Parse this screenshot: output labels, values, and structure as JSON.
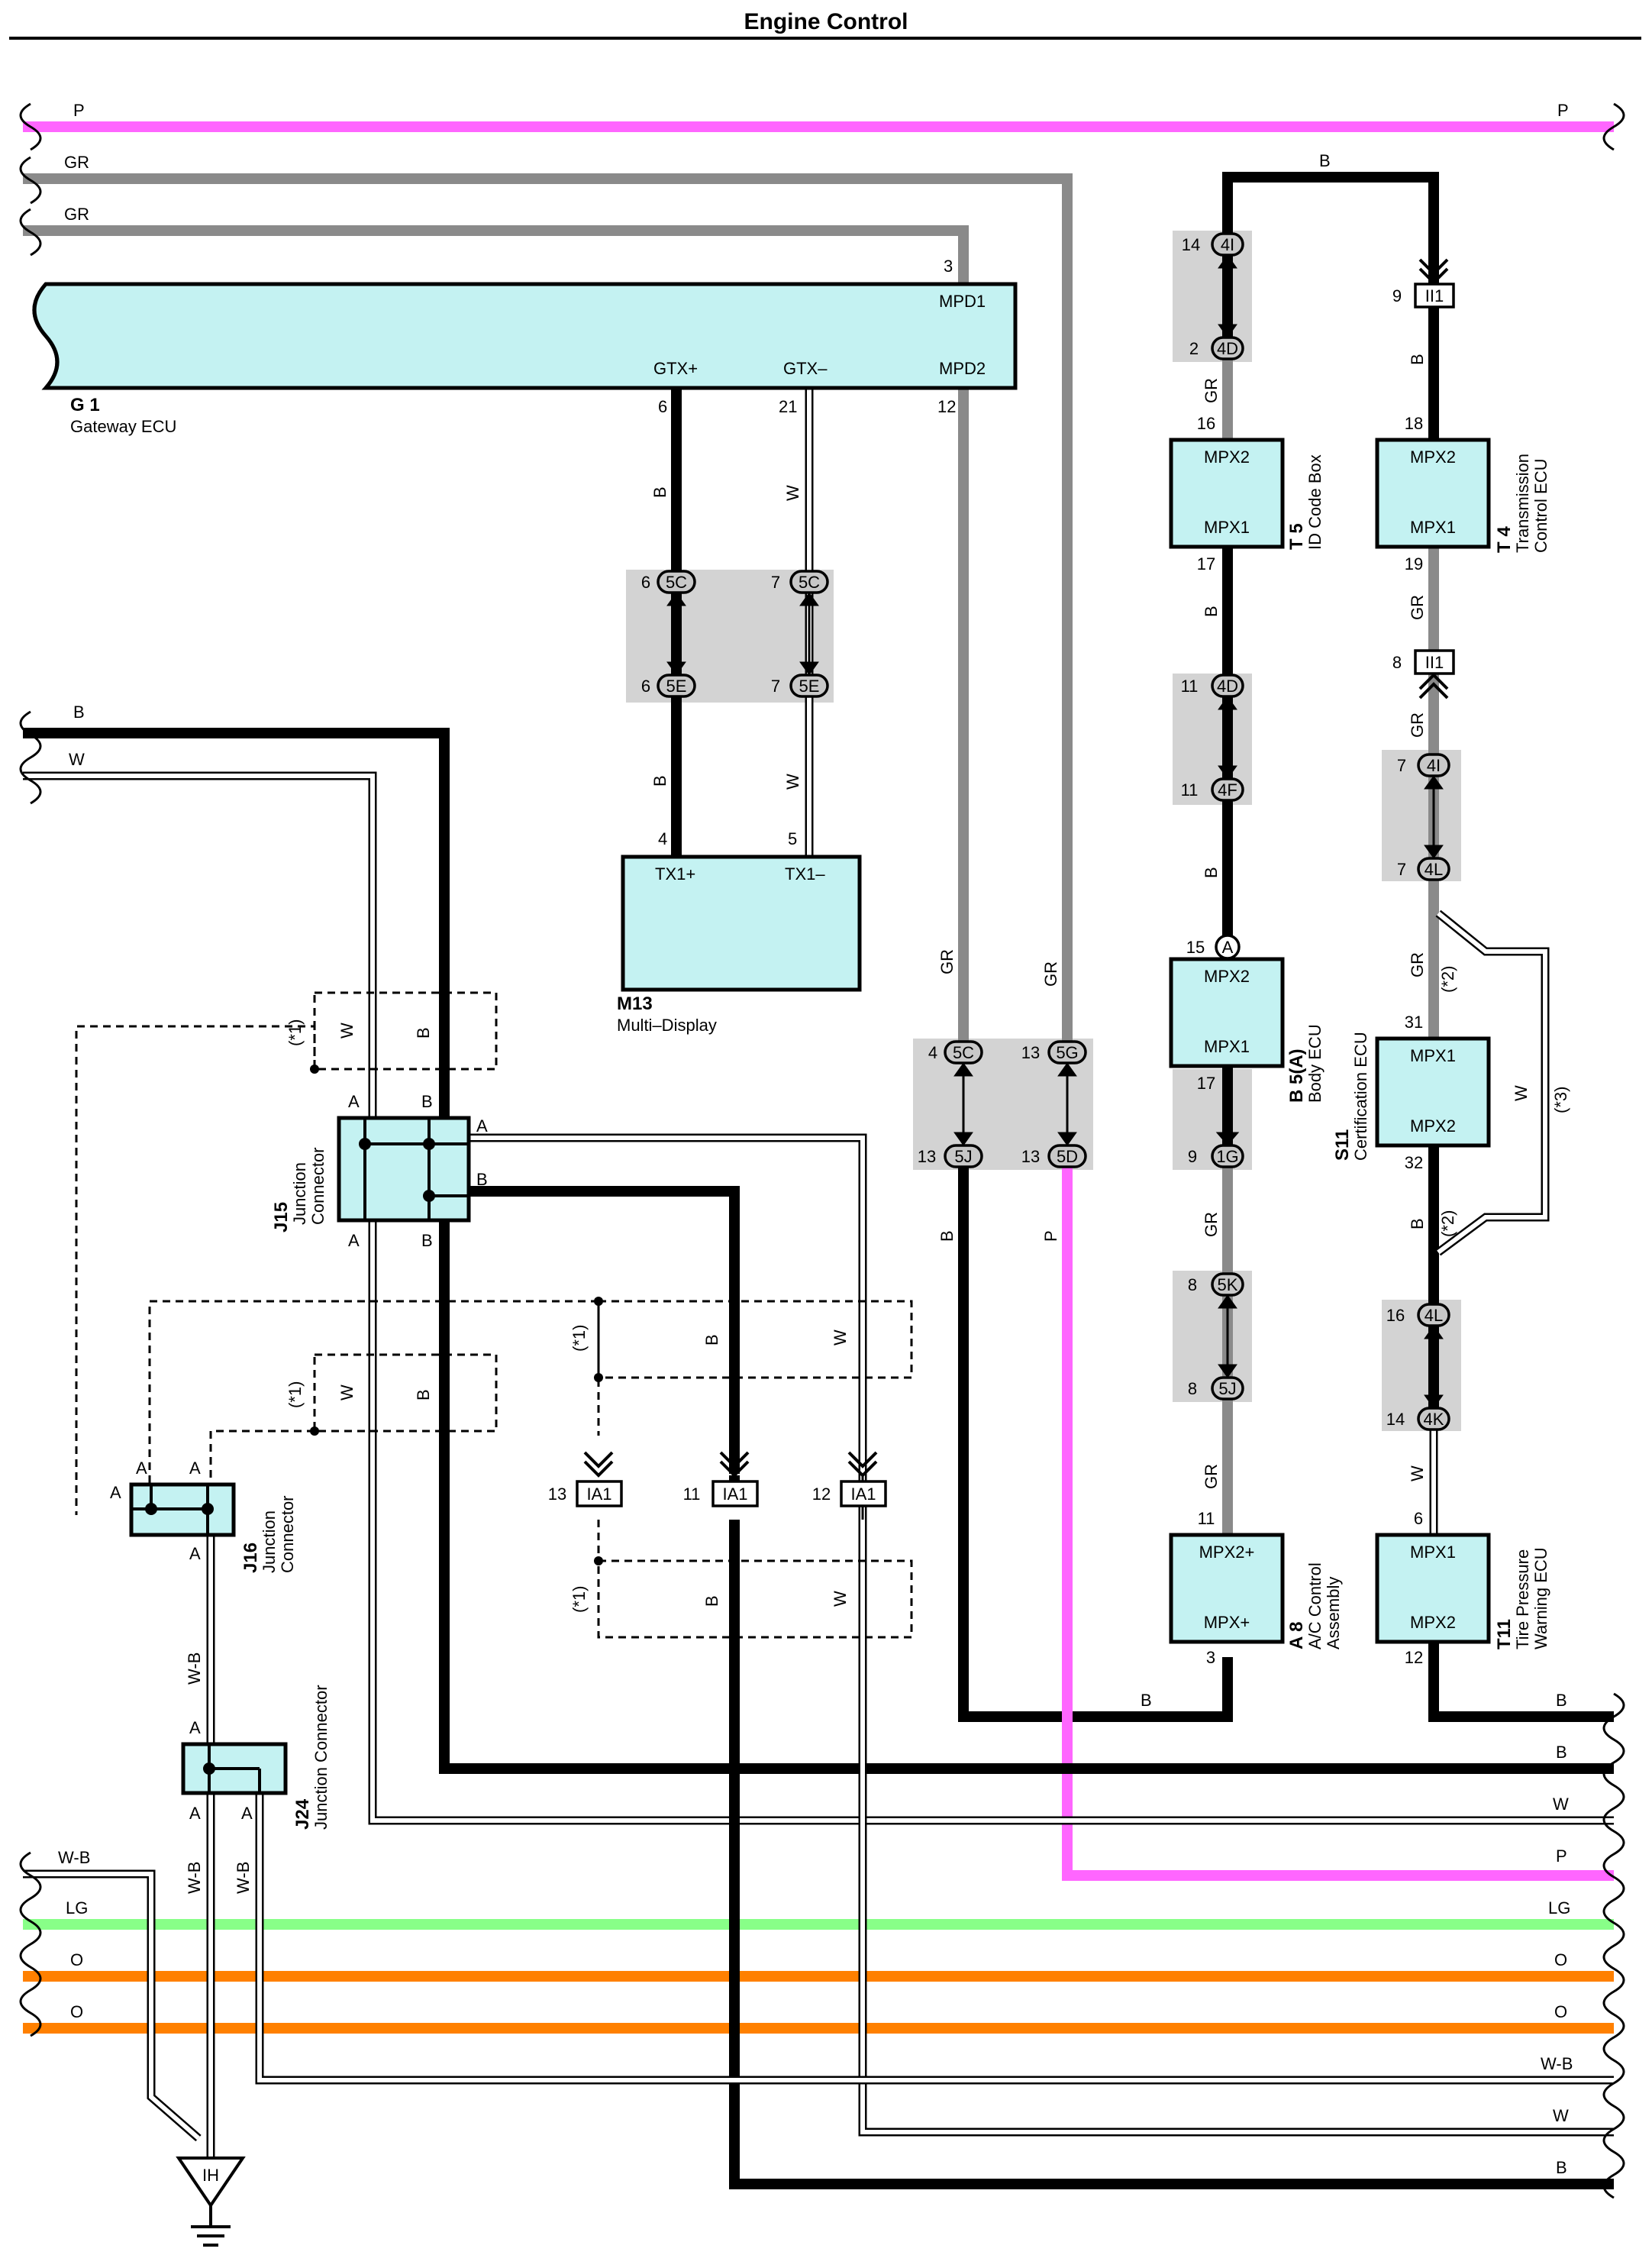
{
  "title": "Engine Control",
  "wire_colors": {
    "B": "#000000",
    "W": "#ffffff",
    "GR": "#8a8a8a",
    "P": "#ff66ff",
    "LG": "#88ff88",
    "O": "#ff8000",
    "W-B": "#ffffff"
  },
  "rails": {
    "top_p_left": "P",
    "top_p_right": "P",
    "gr1": "GR",
    "gr2": "GR",
    "b_left": "B",
    "w_left": "W",
    "wb_left": "W-B",
    "lg_left": "LG",
    "lg_right": "LG",
    "o1_left": "O",
    "o1_right": "O",
    "o2_left": "O",
    "o2_right": "O",
    "right_b1": "B",
    "right_b2": "B",
    "right_w": "W",
    "right_p": "P",
    "right_wb": "W-B",
    "right_w2": "W",
    "right_b3": "B",
    "top_b": "B"
  },
  "components": {
    "g1": {
      "code": "G 1",
      "name": "Gateway ECU",
      "mpd1": "MPD1",
      "mpd2": "MPD2",
      "gtxp": "GTX+",
      "gtxm": "GTX–",
      "pin_mpd1": "3",
      "pin_mpd2": "12",
      "pin_gtxp": "6",
      "pin_gtxm": "21"
    },
    "m13": {
      "code": "M13",
      "name": "Multi–Display",
      "tx1p": "TX1+",
      "tx1m": "TX1–",
      "pin_tx1p": "4",
      "pin_tx1m": "5"
    },
    "t5": {
      "code": "T 5",
      "name": "ID Code Box",
      "top": "MPX2",
      "bottom": "MPX1",
      "pin_top": "16",
      "pin_bottom": "17"
    },
    "t4": {
      "code": "T 4",
      "name1": "Transmission",
      "name2": "Control ECU",
      "top": "MPX2",
      "bottom": "MPX1",
      "pin_top": "18",
      "pin_bottom": "19"
    },
    "b5": {
      "code": "B 5(A)",
      "name": "Body ECU",
      "top": "MPX2",
      "bottom": "MPX1",
      "pin_top": "15",
      "pin_bottom": "17",
      "pin_letter": "A"
    },
    "s11": {
      "code": "S11",
      "name": "Certification ECU",
      "top": "MPX1",
      "bottom": "MPX2",
      "pin_top": "31",
      "pin_bottom": "32"
    },
    "a8": {
      "code": "A 8",
      "name1": "A/C Control",
      "name2": "Assembly",
      "top": "MPX2+",
      "bottom": "MPX+",
      "pin_top": "11",
      "pin_bottom": "3"
    },
    "t11": {
      "code": "T11",
      "name1": "Tire Pressure",
      "name2": "Warning ECU",
      "top": "MPX1",
      "bottom": "MPX2",
      "pin_top": "6",
      "pin_bottom": "12"
    },
    "j15": {
      "code": "J15",
      "name1": "Junction",
      "name2": "Connector",
      "pa": "A",
      "pb": "B"
    },
    "j16": {
      "code": "J16",
      "name1": "Junction",
      "name2": "Connector",
      "pa": "A"
    },
    "j24": {
      "code": "J24",
      "name": "Junction Connector",
      "pa": "A"
    },
    "ground": "IH"
  },
  "connectors": {
    "c4i_top": {
      "label": "4I",
      "pin": "14"
    },
    "c4d_top": {
      "label": "4D",
      "pin": "2"
    },
    "c5c_a": {
      "label": "5C",
      "pin": "6"
    },
    "c5c_b": {
      "label": "5C",
      "pin": "7"
    },
    "c5e_a": {
      "label": "5E",
      "pin": "6"
    },
    "c5e_b": {
      "label": "5E",
      "pin": "7"
    },
    "c4d_mid": {
      "label": "4D",
      "pin": "11"
    },
    "c4f": {
      "label": "4F",
      "pin": "11"
    },
    "ii1_top": {
      "label": "II1",
      "pin": "9"
    },
    "ii1_mid": {
      "label": "II1",
      "pin": "8"
    },
    "c4i_r": {
      "label": "4I",
      "pin": "7"
    },
    "c4l_r": {
      "label": "4L",
      "pin": "7"
    },
    "c5c_g": {
      "label": "5C",
      "pin": "4"
    },
    "c5g": {
      "label": "5G",
      "pin": "13"
    },
    "c5j_g": {
      "label": "5J",
      "pin": "13"
    },
    "c5d": {
      "label": "5D",
      "pin": "13"
    },
    "c1g": {
      "label": "1G",
      "pin": "9"
    },
    "c5k": {
      "label": "5K",
      "pin": "8"
    },
    "c5j_b": {
      "label": "5J",
      "pin": "8"
    },
    "c4l_b": {
      "label": "4L",
      "pin": "16"
    },
    "c4k": {
      "label": "4K",
      "pin": "14"
    },
    "ia1_a": {
      "label": "IA1",
      "pin": "13"
    },
    "ia1_b": {
      "label": "IA1",
      "pin": "11"
    },
    "ia1_c": {
      "label": "IA1",
      "pin": "12"
    }
  },
  "wire_labels": {
    "b": "B",
    "w": "W",
    "gr": "GR",
    "p": "P",
    "wb": "W-B",
    "note1": "(*1)",
    "note2": "(*2)",
    "note3": "(*3)"
  }
}
